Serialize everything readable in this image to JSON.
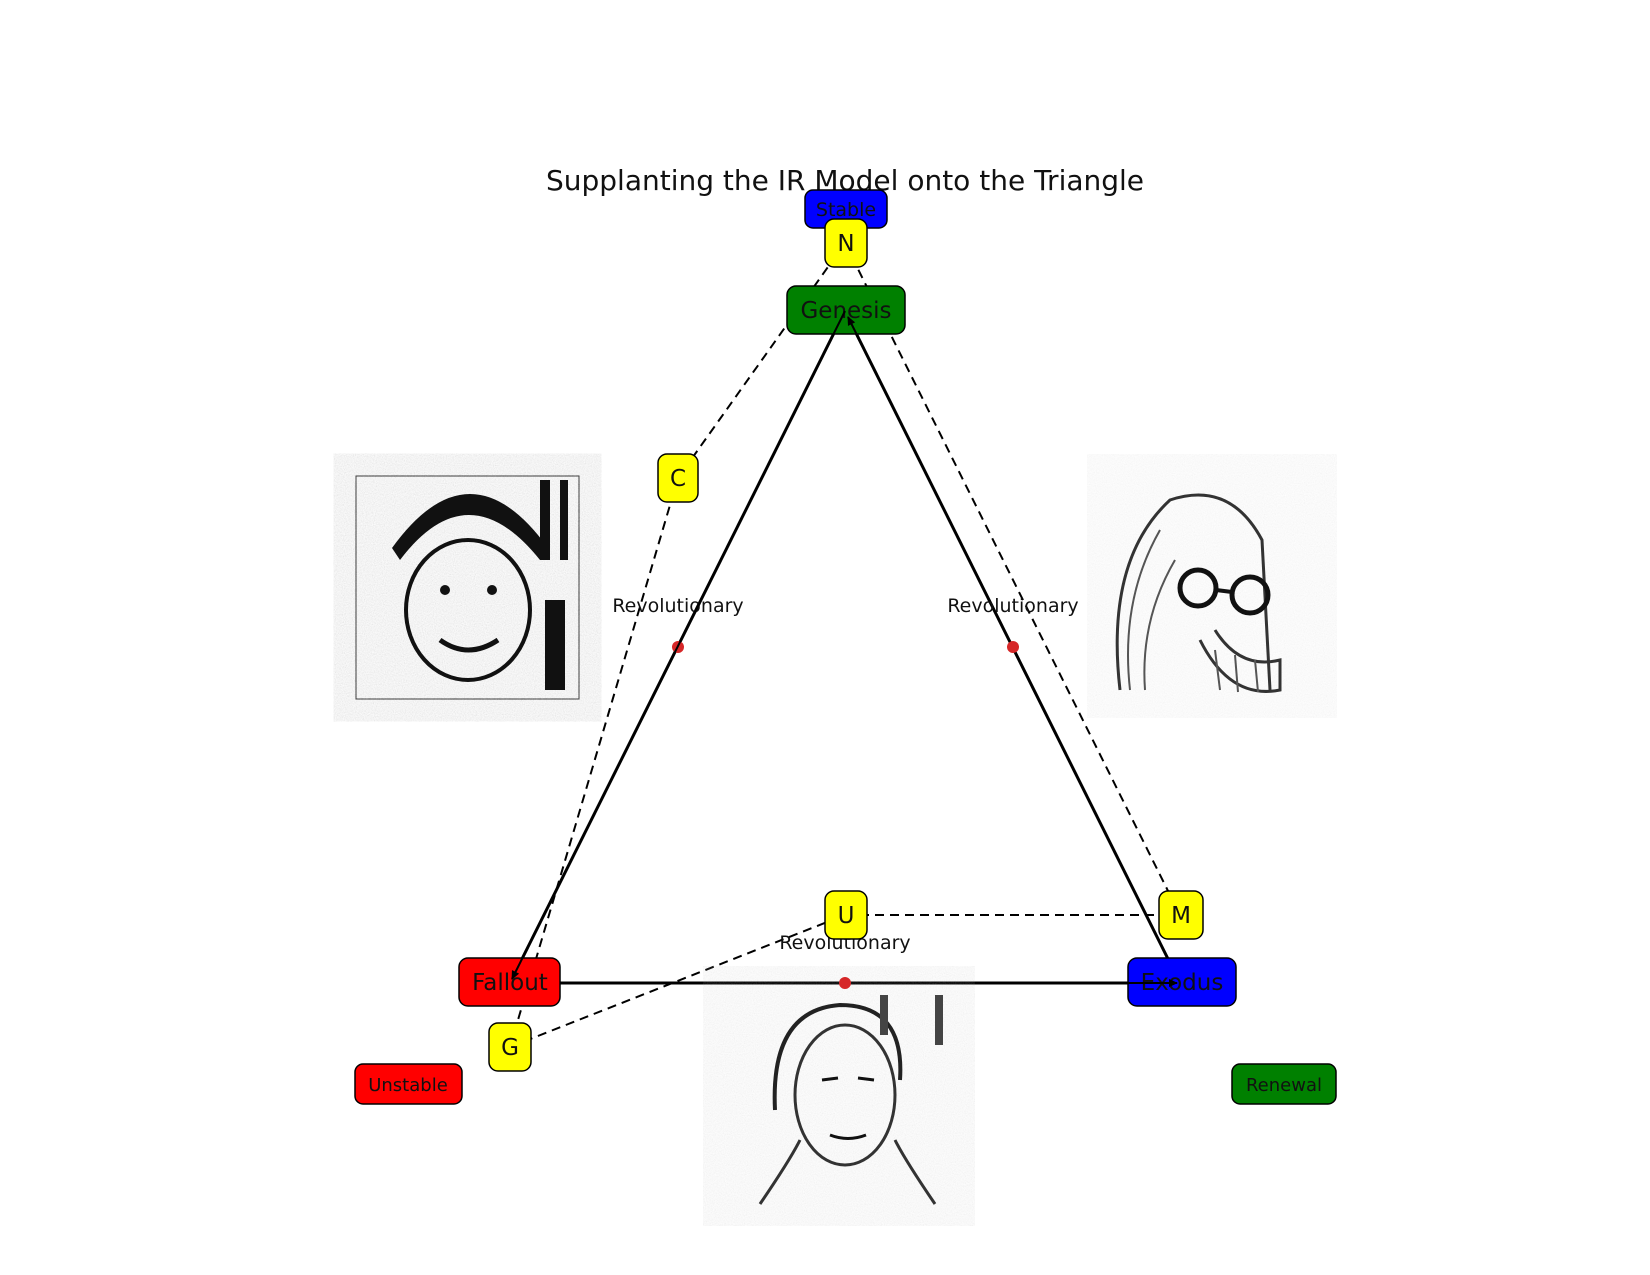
{
  "title": "Supplanting the IR Model onto the Triangle",
  "nodes": {
    "genesis": {
      "label": "Genesis",
      "color": "#008000"
    },
    "fallout": {
      "label": "Fallout",
      "color": "#ff0000"
    },
    "exodus": {
      "label": "Exodus",
      "color": "#0000ff"
    }
  },
  "corner_labels": {
    "stable": {
      "label": "Stable",
      "color": "#0000ff"
    },
    "unstable": {
      "label": "Unstable",
      "color": "#ff0000"
    },
    "renewal": {
      "label": "Renewal",
      "color": "#008000"
    }
  },
  "markers": {
    "n": "N",
    "c": "C",
    "g": "G",
    "u": "U",
    "m": "M",
    "color": "#ffff00"
  },
  "edge_labels": {
    "left": "Revolutionary",
    "right": "Revolutionary",
    "bottom": "Revolutionary"
  },
  "midpoint_color": "#d62728",
  "portraits": {
    "left": "portrait-icon",
    "right": "portrait-icon",
    "bottom": "portrait-icon"
  }
}
